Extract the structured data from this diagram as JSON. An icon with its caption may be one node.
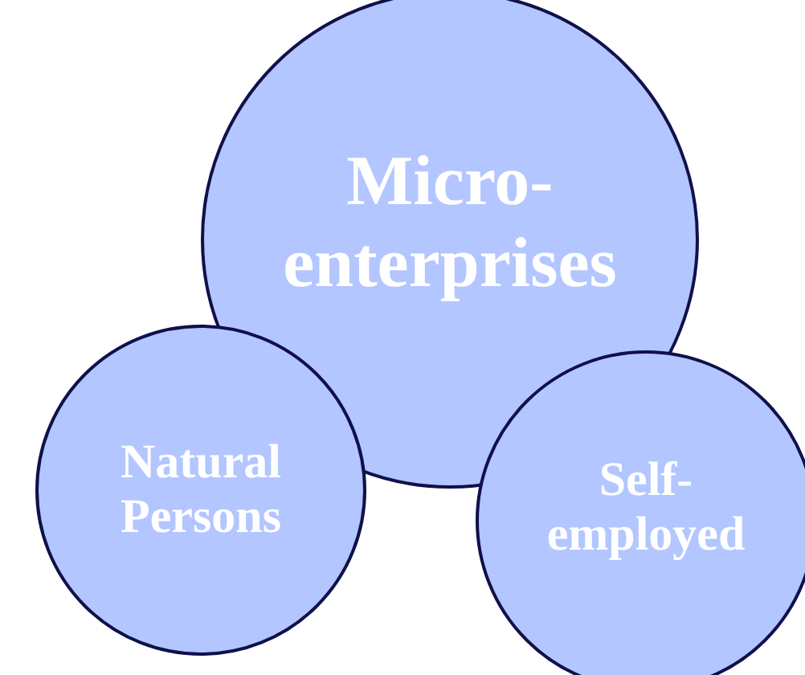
{
  "diagram": {
    "nodes": [
      {
        "text": [
          "Micro- enterprises"
        ]
      },
      {
        "text": [
          "Natural Persons"
        ]
      },
      {
        "text": [
          "Self- employed"
        ]
      }
    ]
  }
}
